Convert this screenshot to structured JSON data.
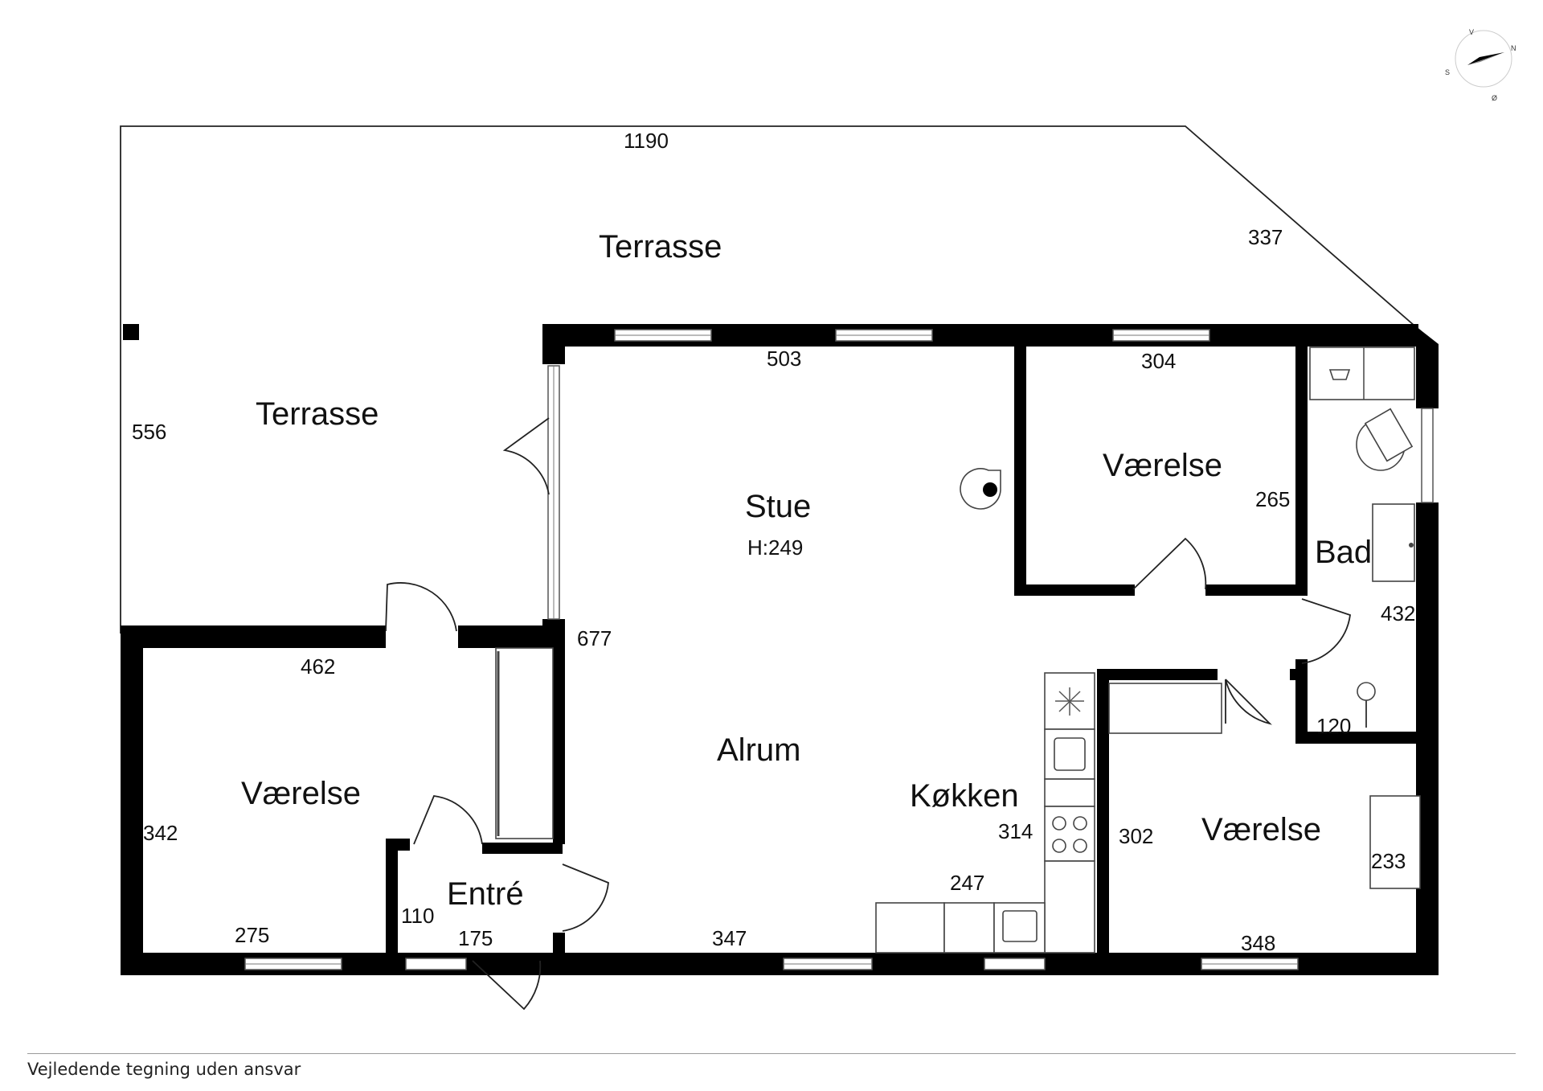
{
  "rooms": {
    "terrasse_top": "Terrasse",
    "terrasse_left": "Terrasse",
    "stue": "Stue",
    "stue_height": "H:249",
    "vaerelse_top": "Værelse",
    "bad": "Bad",
    "vaerelse_left": "Værelse",
    "entre": "Entré",
    "alrum": "Alrum",
    "koekken": "Køkken",
    "vaerelse_right": "Værelse"
  },
  "dimensions": {
    "terrace_top_width": "1190",
    "terrace_diagonal": "337",
    "terrace_left_height": "556",
    "stue_width": "503",
    "vaerelse_top_width": "304",
    "vaerelse_top_height": "265",
    "bad_height": "432",
    "bad_width": "120",
    "vaerelse_left_width": "462",
    "vaerelse_left_height": "342",
    "vaerelse_left_bottom": "275",
    "alrum_height": "677",
    "entre_height": "110",
    "entre_width": "175",
    "alrum_bottom": "347",
    "koekken_width": "247",
    "koekken_height": "314",
    "vaerelse_right_height": "302",
    "vaerelse_right_bottom": "348",
    "closet_width": "233"
  },
  "compass": {
    "north": "N",
    "south": "S",
    "east": "Ø",
    "west": "V"
  },
  "footer": {
    "disclaimer": "Vejledende tegning uden ansvar"
  }
}
